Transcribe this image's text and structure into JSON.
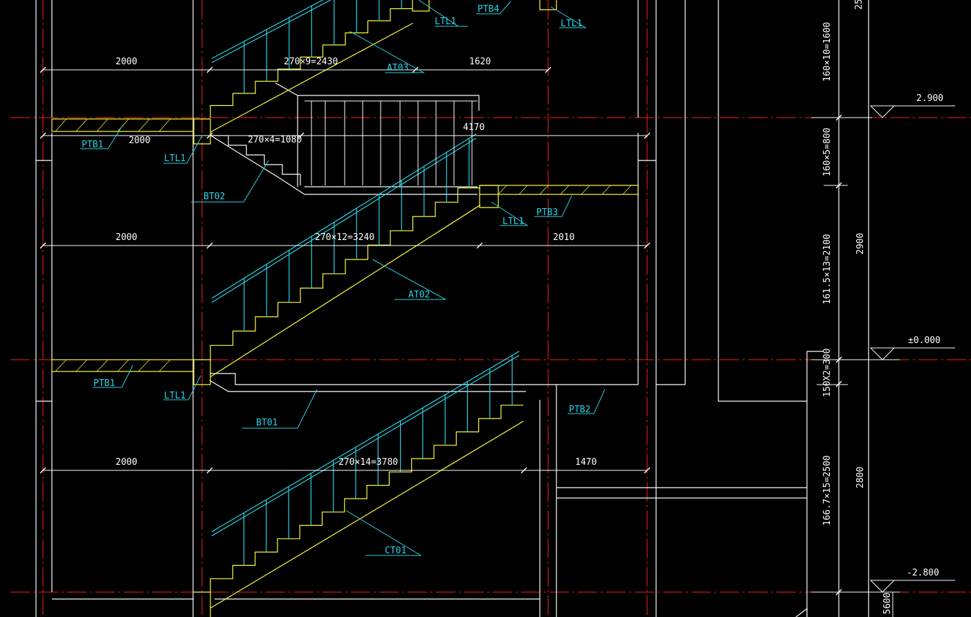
{
  "colors": {
    "background": "#000000",
    "axis": "#ff1e1e",
    "wall": "#ffffff",
    "stair": "#ffff3c",
    "rail": "#28d4e6",
    "label": "#28d4e6",
    "dimension": "#ffffff"
  },
  "component_labels": {
    "ptb4": "PTB4",
    "ltl1_top_a": "LTL1",
    "ltl1_top_b": "LTL1",
    "at03": "AT03",
    "ptb1_upper": "PTB1",
    "ltl1_upper": "LTL1",
    "bt02": "BT02",
    "ltl1_mid": "LTL1",
    "ptb3": "PTB3",
    "at02": "AT02",
    "ptb1_lower": "PTB1",
    "ltl1_lower": "LTL1",
    "bt01": "BT01",
    "ptb2": "PTB2",
    "ct01": "CT01"
  },
  "dimensions": {
    "row1_left": "2000",
    "row1_mid": "270×9=2430",
    "row1_right": "1620",
    "row2_left": "2000",
    "row2_mid": "270×4=1080",
    "row2_right": "4170",
    "row3_left": "2000",
    "row3_mid": "270×12=3240",
    "row3_right": "2010",
    "row4_left": "2000",
    "row4_mid": "270×14=3780",
    "row4_right": "1470",
    "v_top": "25",
    "v_160x10": "160×10=1600",
    "v_160x5": "160×5=800",
    "v_161": "161.5×13=2100",
    "v_2900": "2900",
    "v_150": "150X2=300",
    "v_166": "166.7×15=2500",
    "v_2800": "2800",
    "v_5600": "5600"
  },
  "elevations": {
    "upper": "2.900",
    "zero": "±0.000",
    "lower": "-2.800"
  }
}
